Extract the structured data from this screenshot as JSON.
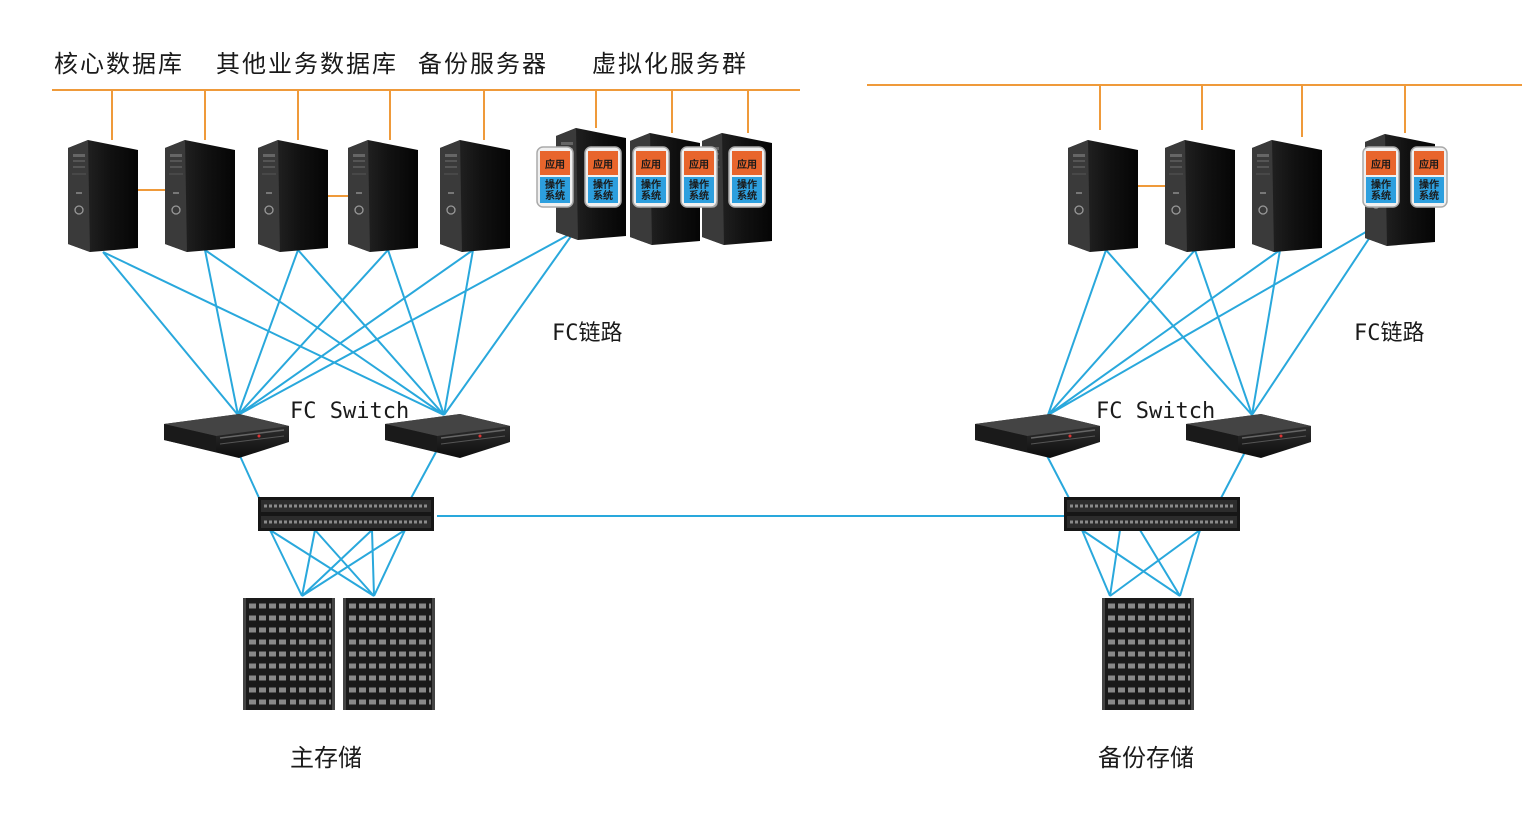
{
  "labels": {
    "core_db": "核心数据库",
    "other_db": "其他业务数据库",
    "backup_server": "备份服务器",
    "virtual_cluster": "虚拟化服务群",
    "fc_link_left": "FC链路",
    "fc_link_right": "FC链路",
    "fc_switch_left": "FC Switch",
    "fc_switch_right": "FC Switch",
    "primary_storage": "主存储",
    "backup_storage": "备份存储"
  },
  "vm_tile": {
    "app": "应用",
    "os_line1": "操作",
    "os_line2": "系统"
  },
  "colors": {
    "ethernet": "#ef9a3a",
    "fc_link": "#29a8dc",
    "app_block": "#e8652c",
    "os_block": "#2d9fde",
    "device": "#1c1c1c"
  }
}
